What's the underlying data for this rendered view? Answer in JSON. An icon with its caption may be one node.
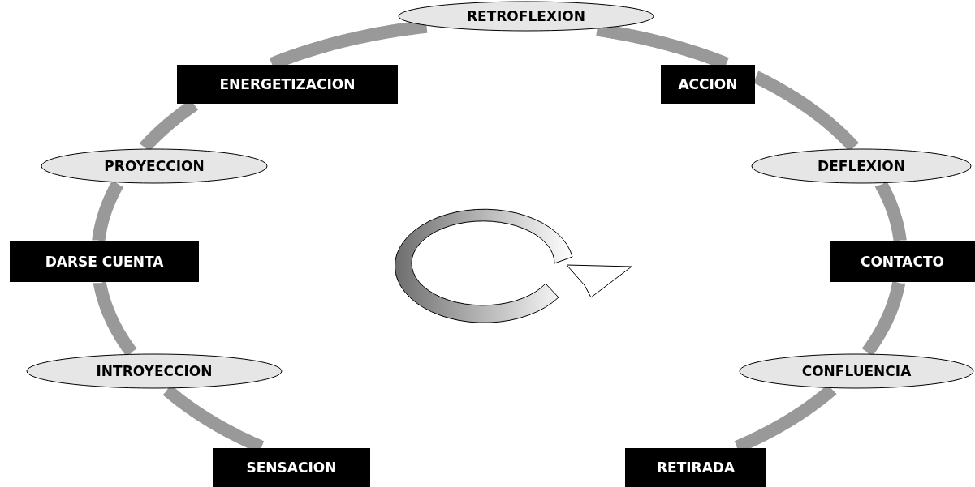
{
  "diagram": {
    "nodes": [
      {
        "text": [
          "RETROFLEXION"
        ]
      },
      {
        "text": [
          "ENERGETIZACION"
        ]
      },
      {
        "text": [
          "ACCION"
        ]
      },
      {
        "text": [
          "PROYECCION"
        ]
      },
      {
        "text": [
          "DEFLEXION"
        ]
      },
      {
        "text": [
          "DARSE CUENTA"
        ]
      },
      {
        "text": [
          "CONTACTO"
        ]
      },
      {
        "text": [
          "INTROYECCION"
        ]
      },
      {
        "text": [
          "CONFLUENCIA"
        ]
      },
      {
        "text": [
          "SENSACION"
        ]
      },
      {
        "text": [
          "RETIRADA"
        ]
      }
    ],
    "edges": [
      {
        "from": 9,
        "to": 7,
        "arrow": "none"
      },
      {
        "from": 7,
        "to": 5,
        "arrow": "none"
      },
      {
        "from": 5,
        "to": 3,
        "arrow": "none"
      },
      {
        "from": 3,
        "to": 1,
        "arrow": "none"
      },
      {
        "from": 1,
        "to": 0,
        "arrow": "none"
      },
      {
        "from": 0,
        "to": 2,
        "arrow": "none"
      },
      {
        "from": 2,
        "to": 4,
        "arrow": "none"
      },
      {
        "from": 4,
        "to": 6,
        "arrow": "none"
      },
      {
        "from": 6,
        "to": 8,
        "arrow": "none"
      },
      {
        "from": 8,
        "to": 10,
        "arrow": "none"
      }
    ]
  }
}
